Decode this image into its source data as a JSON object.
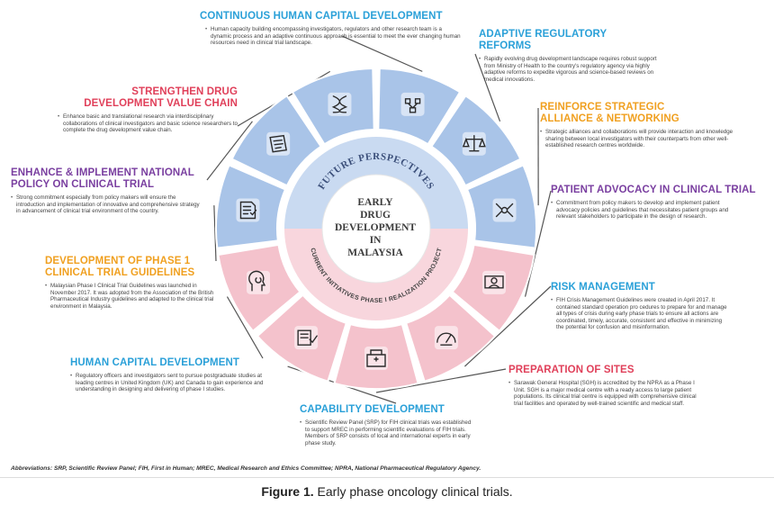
{
  "center": {
    "lines": [
      "EARLY",
      "DRUG",
      "DEVELOPMENT",
      "IN",
      "MALAYSIA"
    ]
  },
  "ring_labels": {
    "top": "FUTURE PERSPECTIVES",
    "bottom": "CURRENT INITIATIVES PHASE I REALIZATION PROJECT"
  },
  "colors": {
    "blue": "#a9c4e8",
    "pink": "#f4c2cc",
    "inner_blue": "#c9daf1",
    "inner_pink": "#f8d6dd",
    "connector": "#555555"
  },
  "blocks": [
    {
      "key": "continuous",
      "title": "CONTINUOUS HUMAN CAPITAL DEVELOPMENT",
      "color": "#2aa0d8",
      "icon": "team-network-icon",
      "desc": "Human capacity building encompassing investigators, regulators and other research team is a dynamic process and an adaptive continuous approach is essential to meet the ever changing human resources need in clinical trial landscape."
    },
    {
      "key": "adaptive",
      "title": "ADAPTIVE REGULATORY REFORMS",
      "color": "#2aa0d8",
      "icon": "balance-scale-icon",
      "desc": "Rapidly evolving drug development landscape requires robust support from Ministry of Health to the country's regulatory agency via highly adaptive reforms to expedite vigorous and science-based reviews on medical innovations."
    },
    {
      "key": "alliance",
      "title": "REINFORCE STRATEGIC ALLIANCE & NETWORKING",
      "color": "#f0a020",
      "icon": "network-icon",
      "desc": "Strategic alliances and collaborations will provide interaction and knowledge sharing between local investigators with their counterparts from other well-established research centres worldwide."
    },
    {
      "key": "advocacy",
      "title": "PATIENT ADVOCACY IN CLINICAL TRIAL",
      "color": "#7a3fa0",
      "icon": "patient-screen-icon",
      "desc": "Commitment from policy makers to develop and implement patient advocacy policies and guidelines that necessitates patient groups and relevant stakeholders to participate in the design of research."
    },
    {
      "key": "risk",
      "title": "RISK MANAGEMENT",
      "color": "#2aa0d8",
      "icon": "risk-gauge-icon",
      "desc": "FIH Crisis Management Guidelines were created in April 2017. It contained standard operation pro cedures to prepare for and manage all types of crisis during early phase trials to ensure all actions are coordinated, timely, accurate, consistent and effective in minimizing the potential for confusion and misinformation."
    },
    {
      "key": "sites",
      "title": "PREPARATION OF SITES",
      "color": "#e0405a",
      "icon": "hospital-icon",
      "desc": "Sarawak General Hospital (SGH) is accredited by the NPRA as a Phase I Unit. SGH is a major medical centre with a ready access to large patient populations. Its clinical trial centre is equipped with comprehensive clinical trial facilities and operated by well-trained scientific and medical staff."
    },
    {
      "key": "capability",
      "title": "CAPABILITY DEVELOPMENT",
      "color": "#2aa0d8",
      "icon": "reviewer-icon",
      "desc": "Scientific Review Panel (SRP) for FIH clinical trials was established to support MREC in performing scientific evaluations of FIH trials. Members of SRP consists of local and international experts in early phase study."
    },
    {
      "key": "human",
      "title": "HUMAN CAPITAL DEVELOPMENT",
      "color": "#2aa0d8",
      "icon": "brain-head-icon",
      "desc": "Regulatory officers and investigators sent to pursue postgraduate studies at leading centres in United Kingdom (UK) and Canada to gain experience and understanding in designing and delivering of phase I studies."
    },
    {
      "key": "phase1",
      "title": "DEVELOPMENT OF PHASE 1 CLINICAL TRIAL GUIDELINES",
      "color": "#f0a020",
      "icon": "guideline-document-icon",
      "desc": "Malaysian Phase I Clinical Trial Guidelines was launched in November 2017. It was adopted from the Association of the British Pharmaceutical Industry guidelines and adapted to the clinical trial environment in Malaysia."
    },
    {
      "key": "policy",
      "title": "ENHANCE & IMPLEMENT NATIONAL POLICY ON CLINICAL TRIAL",
      "color": "#7a3fa0",
      "icon": "policy-document-icon",
      "desc": "Strong commitment especially from policy makers will ensure the introduction and implementation of innovative and comprehensive strategy in advancement of clinical trial environment of the country."
    },
    {
      "key": "value",
      "title": "STRENGTHEN DRUG DEVELOPMENT VALUE CHAIN",
      "color": "#e0405a",
      "icon": "dna-icon",
      "desc": "Enhance basic and translational research via interdisciplinary collaborations of clinical investigators and basic science researchers to complete the drug development value chain."
    }
  ],
  "abbreviations": "Abbreviations: SRP, Scientific Review Panel; FIH, First in Human; MREC, Medical Research and Ethics Committee; NPRA, National Pharmaceutical Regulatory Agency.",
  "caption": {
    "label": "Figure 1.",
    "text": " Early phase oncology clinical trials."
  }
}
